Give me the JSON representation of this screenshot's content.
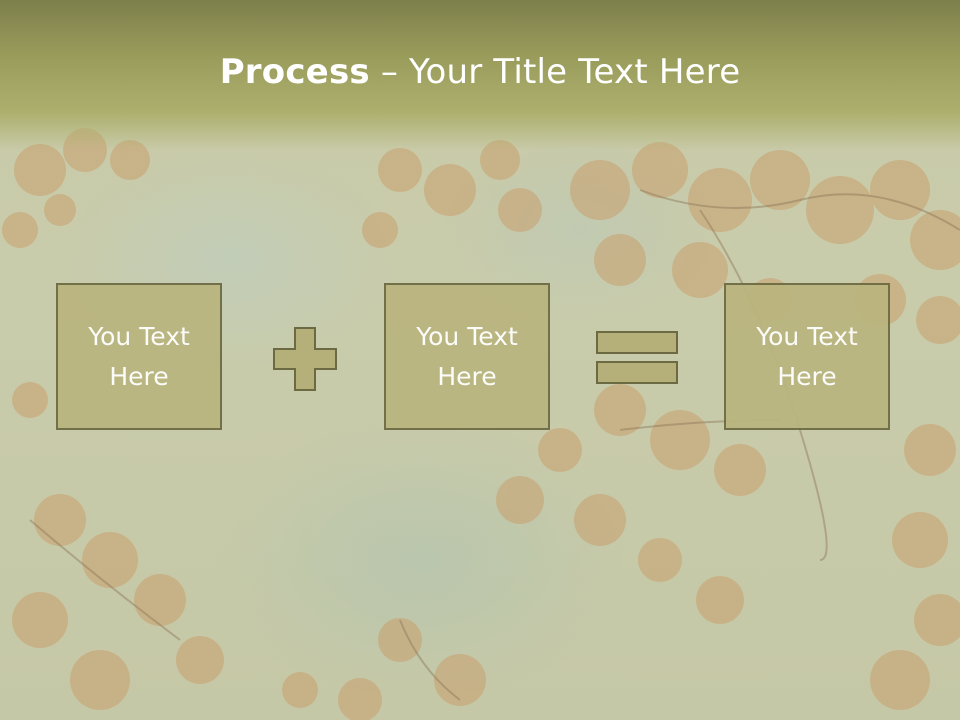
{
  "title": {
    "bold": "Process",
    "rest": " – Your Title Text Here"
  },
  "boxes": [
    {
      "text": "You Text\nHere"
    },
    {
      "text": "You Text\nHere"
    },
    {
      "text": "You Text\nHere"
    }
  ],
  "operators": [
    "plus-icon",
    "equals-icon"
  ],
  "colors": {
    "box_fill": "#bab57e",
    "box_border": "#6c6a42",
    "title_bar": "#989a5a",
    "operator_fill": "#b5b07a"
  }
}
